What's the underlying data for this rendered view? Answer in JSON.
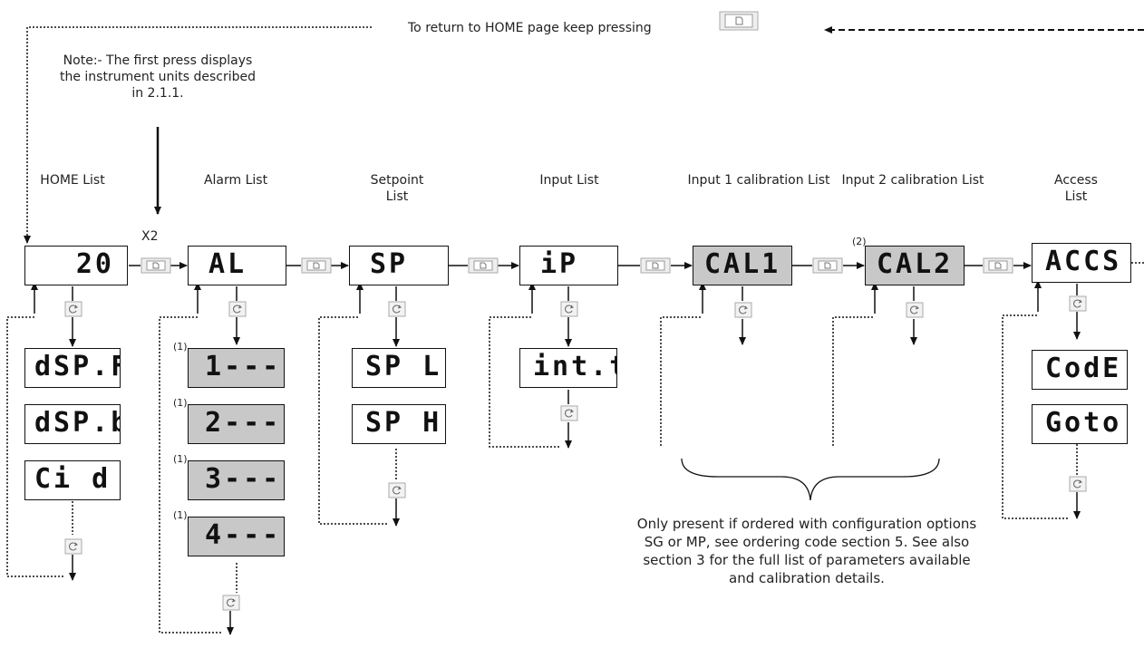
{
  "top_note": "To return to HOME page keep pressing",
  "press_note": "Note:-  The first press displays the instrument units described in 2.1.1.",
  "x2_label": "X2",
  "lists": [
    {
      "title": "HOME List",
      "display": "20"
    },
    {
      "title": "Alarm List",
      "display": "AL"
    },
    {
      "title": "Setpoint List",
      "display": "SP"
    },
    {
      "title": "Input List",
      "display": "iP"
    },
    {
      "title": "Input 1 calibration List",
      "display": "CAL1"
    },
    {
      "title": "Input 2 calibration List",
      "display": "CAL2"
    },
    {
      "title": "Access List",
      "display": "ACCS"
    }
  ],
  "home_params": [
    "dSP.F",
    "dSP.b",
    "Ci d"
  ],
  "alarm_params": [
    "1---",
    "2---",
    "3---",
    "4---"
  ],
  "setpoint_params": [
    "SP L",
    "SP H"
  ],
  "input_params": [
    "int.t"
  ],
  "access_params": [
    "CodE",
    "Goto"
  ],
  "footnote_1": "(1)",
  "footnote_2": "(2)",
  "calibration_note": "Only present if ordered with configuration options SG or MP, see ordering code section 5. See also section 3 for the full list of parameters available and calibration details.",
  "icons": {
    "page": "page-key-icon",
    "scroll": "scroll-key-icon"
  }
}
